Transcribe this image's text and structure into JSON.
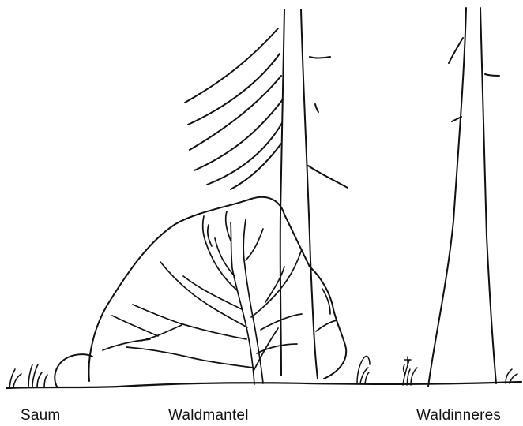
{
  "colors": {
    "ink": "#111111",
    "background": "#ffffff"
  },
  "zones": [
    {
      "id": "saum",
      "label": "Saum"
    },
    {
      "id": "waldmantel",
      "label": "Waldmantel"
    },
    {
      "id": "waldinneres",
      "label": "Waldinneres"
    }
  ]
}
